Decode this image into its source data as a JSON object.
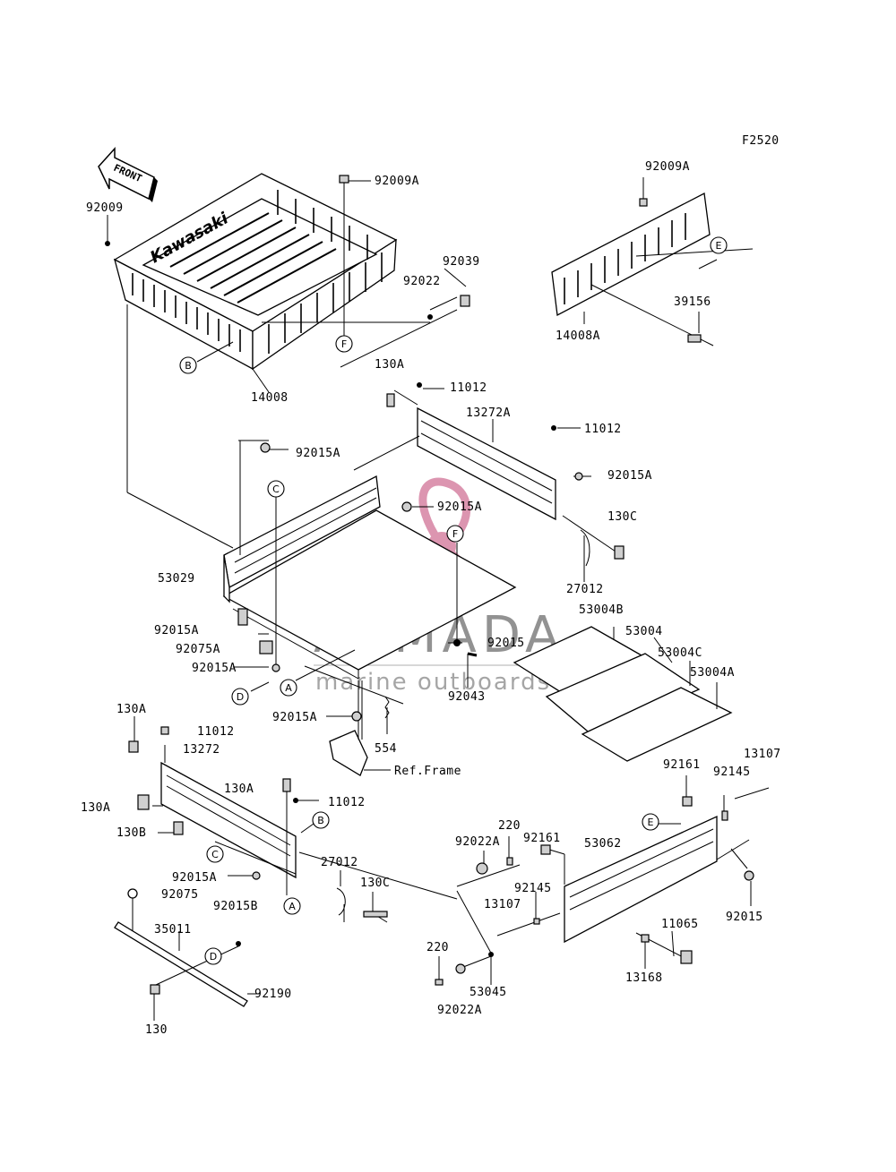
{
  "diagram_code": "F2520",
  "front_label": "FRONT",
  "brand_mark": "Kawasaki",
  "watermark": {
    "title": "ARMADA",
    "subtitle": "marine outboards"
  },
  "part_labels": [
    "92009",
    "92009A",
    "92022",
    "92039",
    "14008",
    "92009A",
    "14008A",
    "39156",
    "130A",
    "11012",
    "13272A",
    "11012",
    "92015A",
    "92015A",
    "92015A",
    "130C",
    "27012",
    "53029",
    "92015A",
    "92075A",
    "92015A",
    "92015",
    "92043",
    "53004B",
    "53004",
    "53004C",
    "53004A",
    "92015A",
    "554",
    "Ref.Frame",
    "130A",
    "11012",
    "13272",
    "130A",
    "11012",
    "130A",
    "130B",
    "92015A",
    "92015B",
    "92075",
    "27012",
    "130C",
    "35011",
    "92190",
    "130",
    "13107",
    "92161",
    "92145",
    "220",
    "92161",
    "92022A",
    "53062",
    "92145",
    "13107",
    "92015",
    "11065",
    "13168",
    "220",
    "53045",
    "92022A"
  ],
  "callouts": [
    "F",
    "B",
    "E",
    "C",
    "F",
    "A",
    "D",
    "C",
    "A",
    "D",
    "E",
    "B"
  ]
}
